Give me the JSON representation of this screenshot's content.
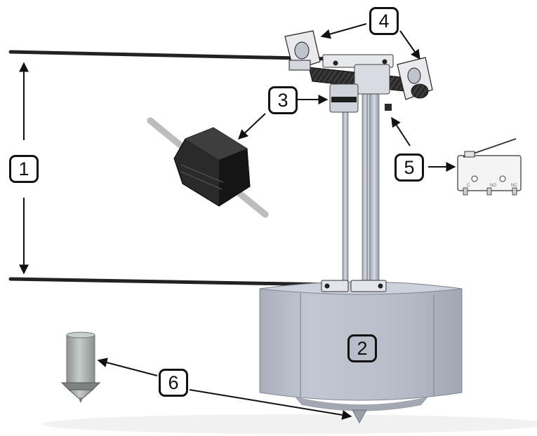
{
  "callouts": {
    "c1": "1",
    "c2": "2",
    "c3": "3",
    "c4": "4",
    "c5": "5",
    "c6": "6"
  },
  "switch_pins": {
    "p1": "C",
    "p2": "NO",
    "p3": "NC"
  },
  "colors": {
    "rod": "#2b2b2b",
    "body_gray": "#b7bcc8",
    "body_dark": "#9ea3ae",
    "motor_black": "#1d1d1d",
    "nozzle_gray": "#aab1ad",
    "arrow": "#111111"
  }
}
